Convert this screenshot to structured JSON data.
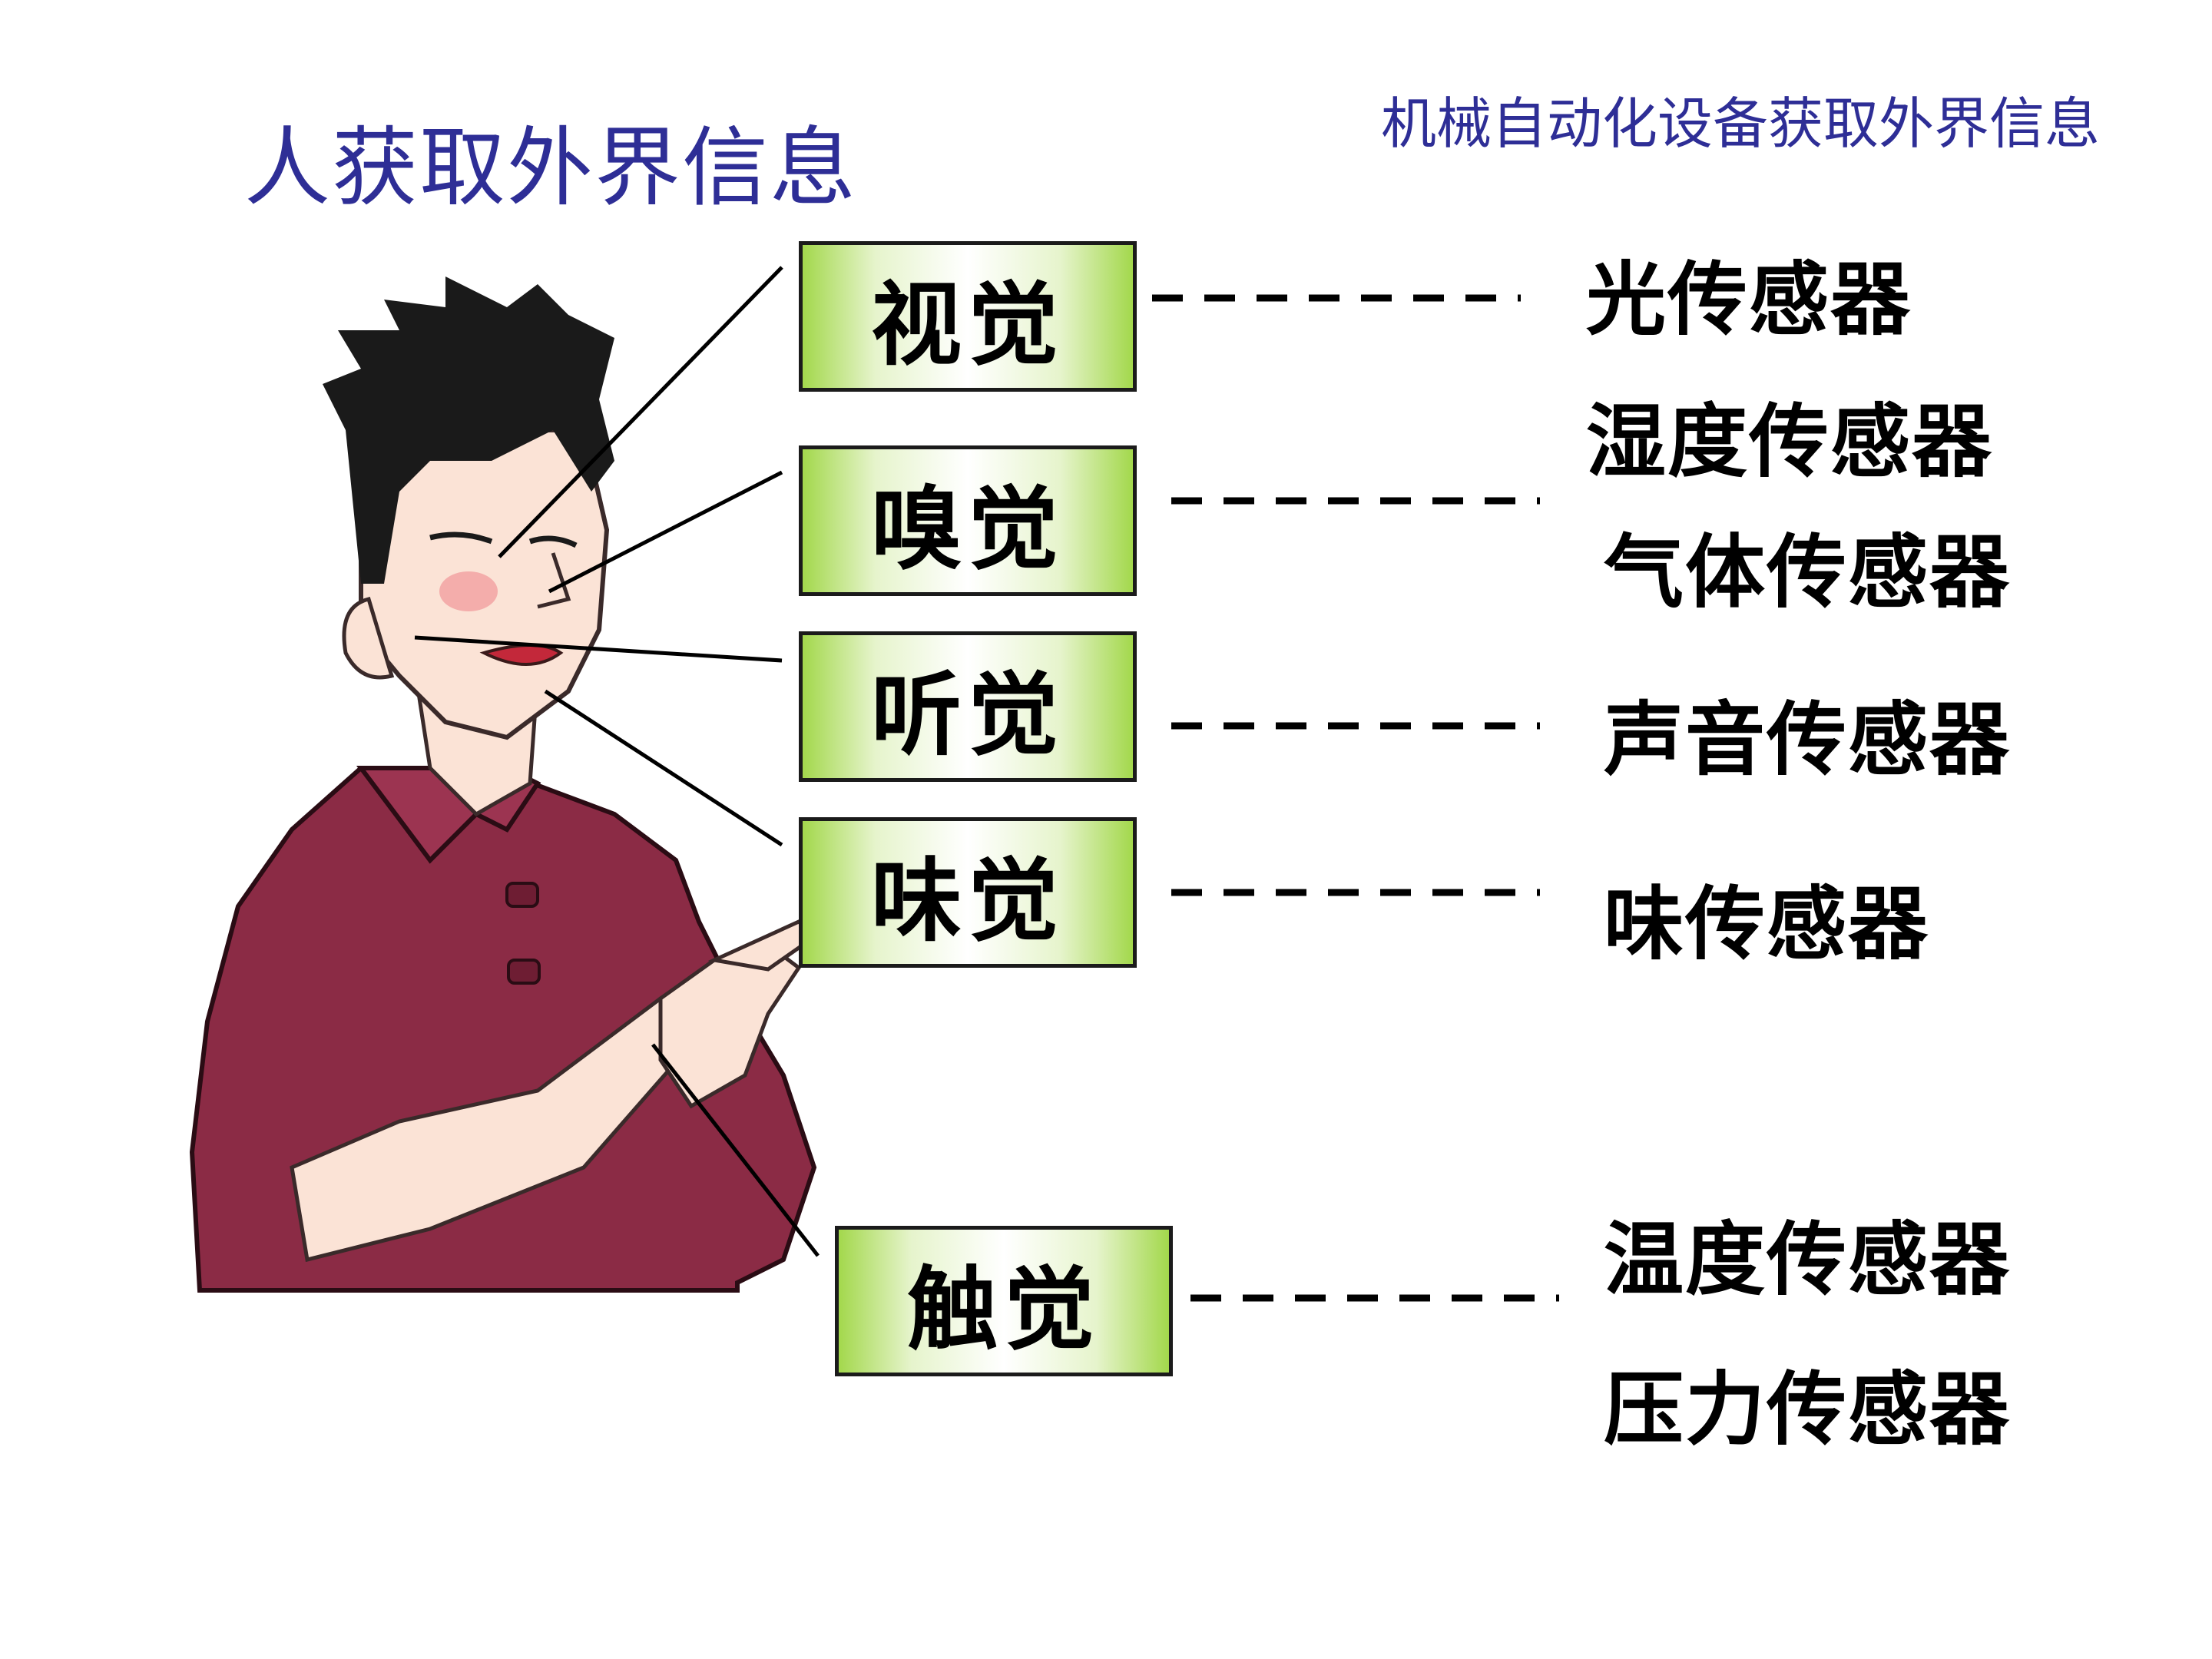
{
  "titles": {
    "human": "人获取外界信息",
    "machine": "机械自动化设备获取外界信息"
  },
  "senses": [
    {
      "label": "视觉"
    },
    {
      "label": "嗅觉"
    },
    {
      "label": "听觉"
    },
    {
      "label": "味觉"
    },
    {
      "label": "触觉"
    }
  ],
  "sensors": [
    "光传感器",
    "湿度传感器",
    "气体传感器",
    "声音传感器",
    "味传感器",
    "温度传感器",
    "压力传感器"
  ],
  "colors": {
    "title": "#2e2e96",
    "box_border": "#1b1b1b",
    "box_green": "#a3d84c",
    "shirt": "#8b2b45",
    "hair": "#1a1a1a",
    "skin": "#fbe3d6"
  }
}
